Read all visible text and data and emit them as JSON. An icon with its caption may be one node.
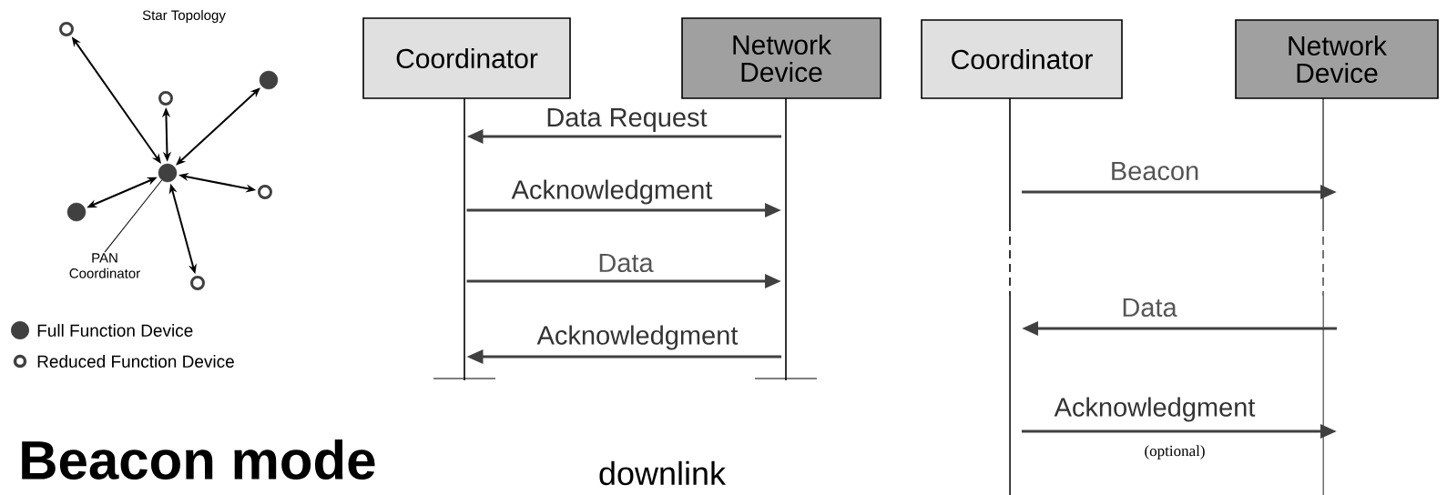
{
  "diagram": {
    "title": "Beacon mode",
    "nodes": [
      {
        "text": [],
        "shape": "circle"
      },
      {
        "text": [],
        "shape": "circle"
      },
      {
        "text": [],
        "shape": "circle"
      },
      {
        "text": [],
        "shape": "circle"
      },
      {
        "text": [],
        "shape": "circle"
      },
      {
        "text": [],
        "shape": "circle"
      },
      {
        "text": [],
        "shape": "circle"
      },
      {
        "text": [
          "PAN Coordinator"
        ]
      },
      {
        "text": [
          "Coordinator"
        ]
      },
      {
        "text": [
          "Network Device"
        ]
      },
      {
        "text": [
          "Coordinator"
        ]
      },
      {
        "text": [
          "Network Device"
        ]
      }
    ],
    "edges": [
      {
        "from": 0,
        "to": 1,
        "arrow": "both"
      },
      {
        "from": 0,
        "to": 2,
        "arrow": "both"
      },
      {
        "from": 0,
        "to": 3,
        "arrow": "both"
      },
      {
        "from": 0,
        "to": 4,
        "arrow": "both"
      },
      {
        "from": 0,
        "to": 5,
        "arrow": "both"
      },
      {
        "from": 0,
        "to": 6,
        "arrow": "both"
      },
      {
        "from": 7,
        "to": 0,
        "arrow": "none"
      },
      {
        "from": 9,
        "to": 8,
        "arrow": "to",
        "label": "Data Request"
      },
      {
        "from": 8,
        "to": 9,
        "arrow": "to",
        "label": "Acknowledgment"
      },
      {
        "from": 8,
        "to": 9,
        "arrow": "to",
        "label": "Data"
      },
      {
        "from": 9,
        "to": 8,
        "arrow": "to",
        "label": "Acknowledgment"
      },
      {
        "from": 10,
        "to": 11,
        "arrow": "to",
        "label": "Beacon"
      },
      {
        "from": 11,
        "to": 10,
        "arrow": "to",
        "label": "Data"
      },
      {
        "from": 10,
        "to": 11,
        "arrow": "to",
        "label": "Acknowledgment"
      }
    ],
    "labels": [
      "Star Topology",
      "(optional)",
      "downlink"
    ],
    "legend": [
      {
        "text": "Full Function Device",
        "color": "#404040"
      },
      {
        "text": "Reduced Function Device"
      }
    ]
  }
}
